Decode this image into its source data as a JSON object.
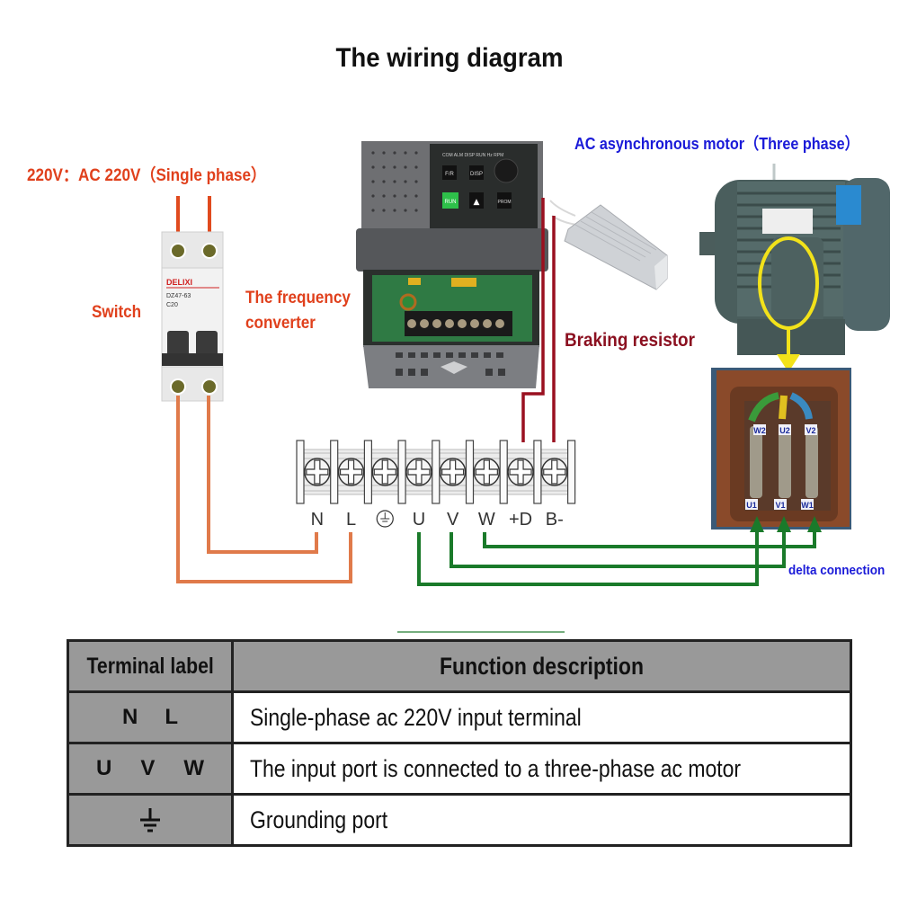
{
  "title": "The wiring diagram",
  "labels": {
    "supply": "220V：AC 220V（Single phase）",
    "switch": "Switch",
    "converter_line1": "The frequency",
    "converter_line2": "converter",
    "braking_resistor": "Braking resistor",
    "motor": "AC asynchronous motor（Three phase）",
    "delta": "delta connection"
  },
  "converter_panel": {
    "indicators": [
      "COM",
      "ALM",
      "DISP",
      "RUN",
      "Hz",
      "RPM"
    ],
    "buttons": [
      "F/R",
      "DISP",
      "RUN",
      "▲",
      "PROM"
    ]
  },
  "breaker": {
    "brand": "DELIXI",
    "model": "DZ47-63",
    "rating": "C20"
  },
  "terminal_block": {
    "terminals": [
      "N",
      "L",
      "⏚",
      "U",
      "V",
      "W",
      "+D",
      "B-"
    ]
  },
  "motor_box": {
    "top_labels": [
      "W2",
      "U2",
      "V2"
    ],
    "bottom_labels": [
      "U1",
      "V1",
      "W1"
    ]
  },
  "colors": {
    "supply_wire": "#e04a1e",
    "input_wire": "#e07a4a",
    "brake_wire": "#9a1020",
    "motor_wire": "#1a7a2a",
    "highlight": "#f2e21a",
    "label_red": "#e0401c",
    "label_blue": "#1a1ad8"
  },
  "table": {
    "headers": [
      "Terminal label",
      "Function description"
    ],
    "rows": [
      {
        "label": "N   L",
        "terms": [
          "N",
          "L"
        ],
        "description": "Single-phase ac 220V input terminal"
      },
      {
        "label": "U  V  W",
        "terms": [
          "U",
          "V",
          "W"
        ],
        "description": "The input port is connected to a three-phase ac motor"
      },
      {
        "label": "⏚",
        "terms": [
          "ground"
        ],
        "description": "Grounding port"
      }
    ]
  }
}
